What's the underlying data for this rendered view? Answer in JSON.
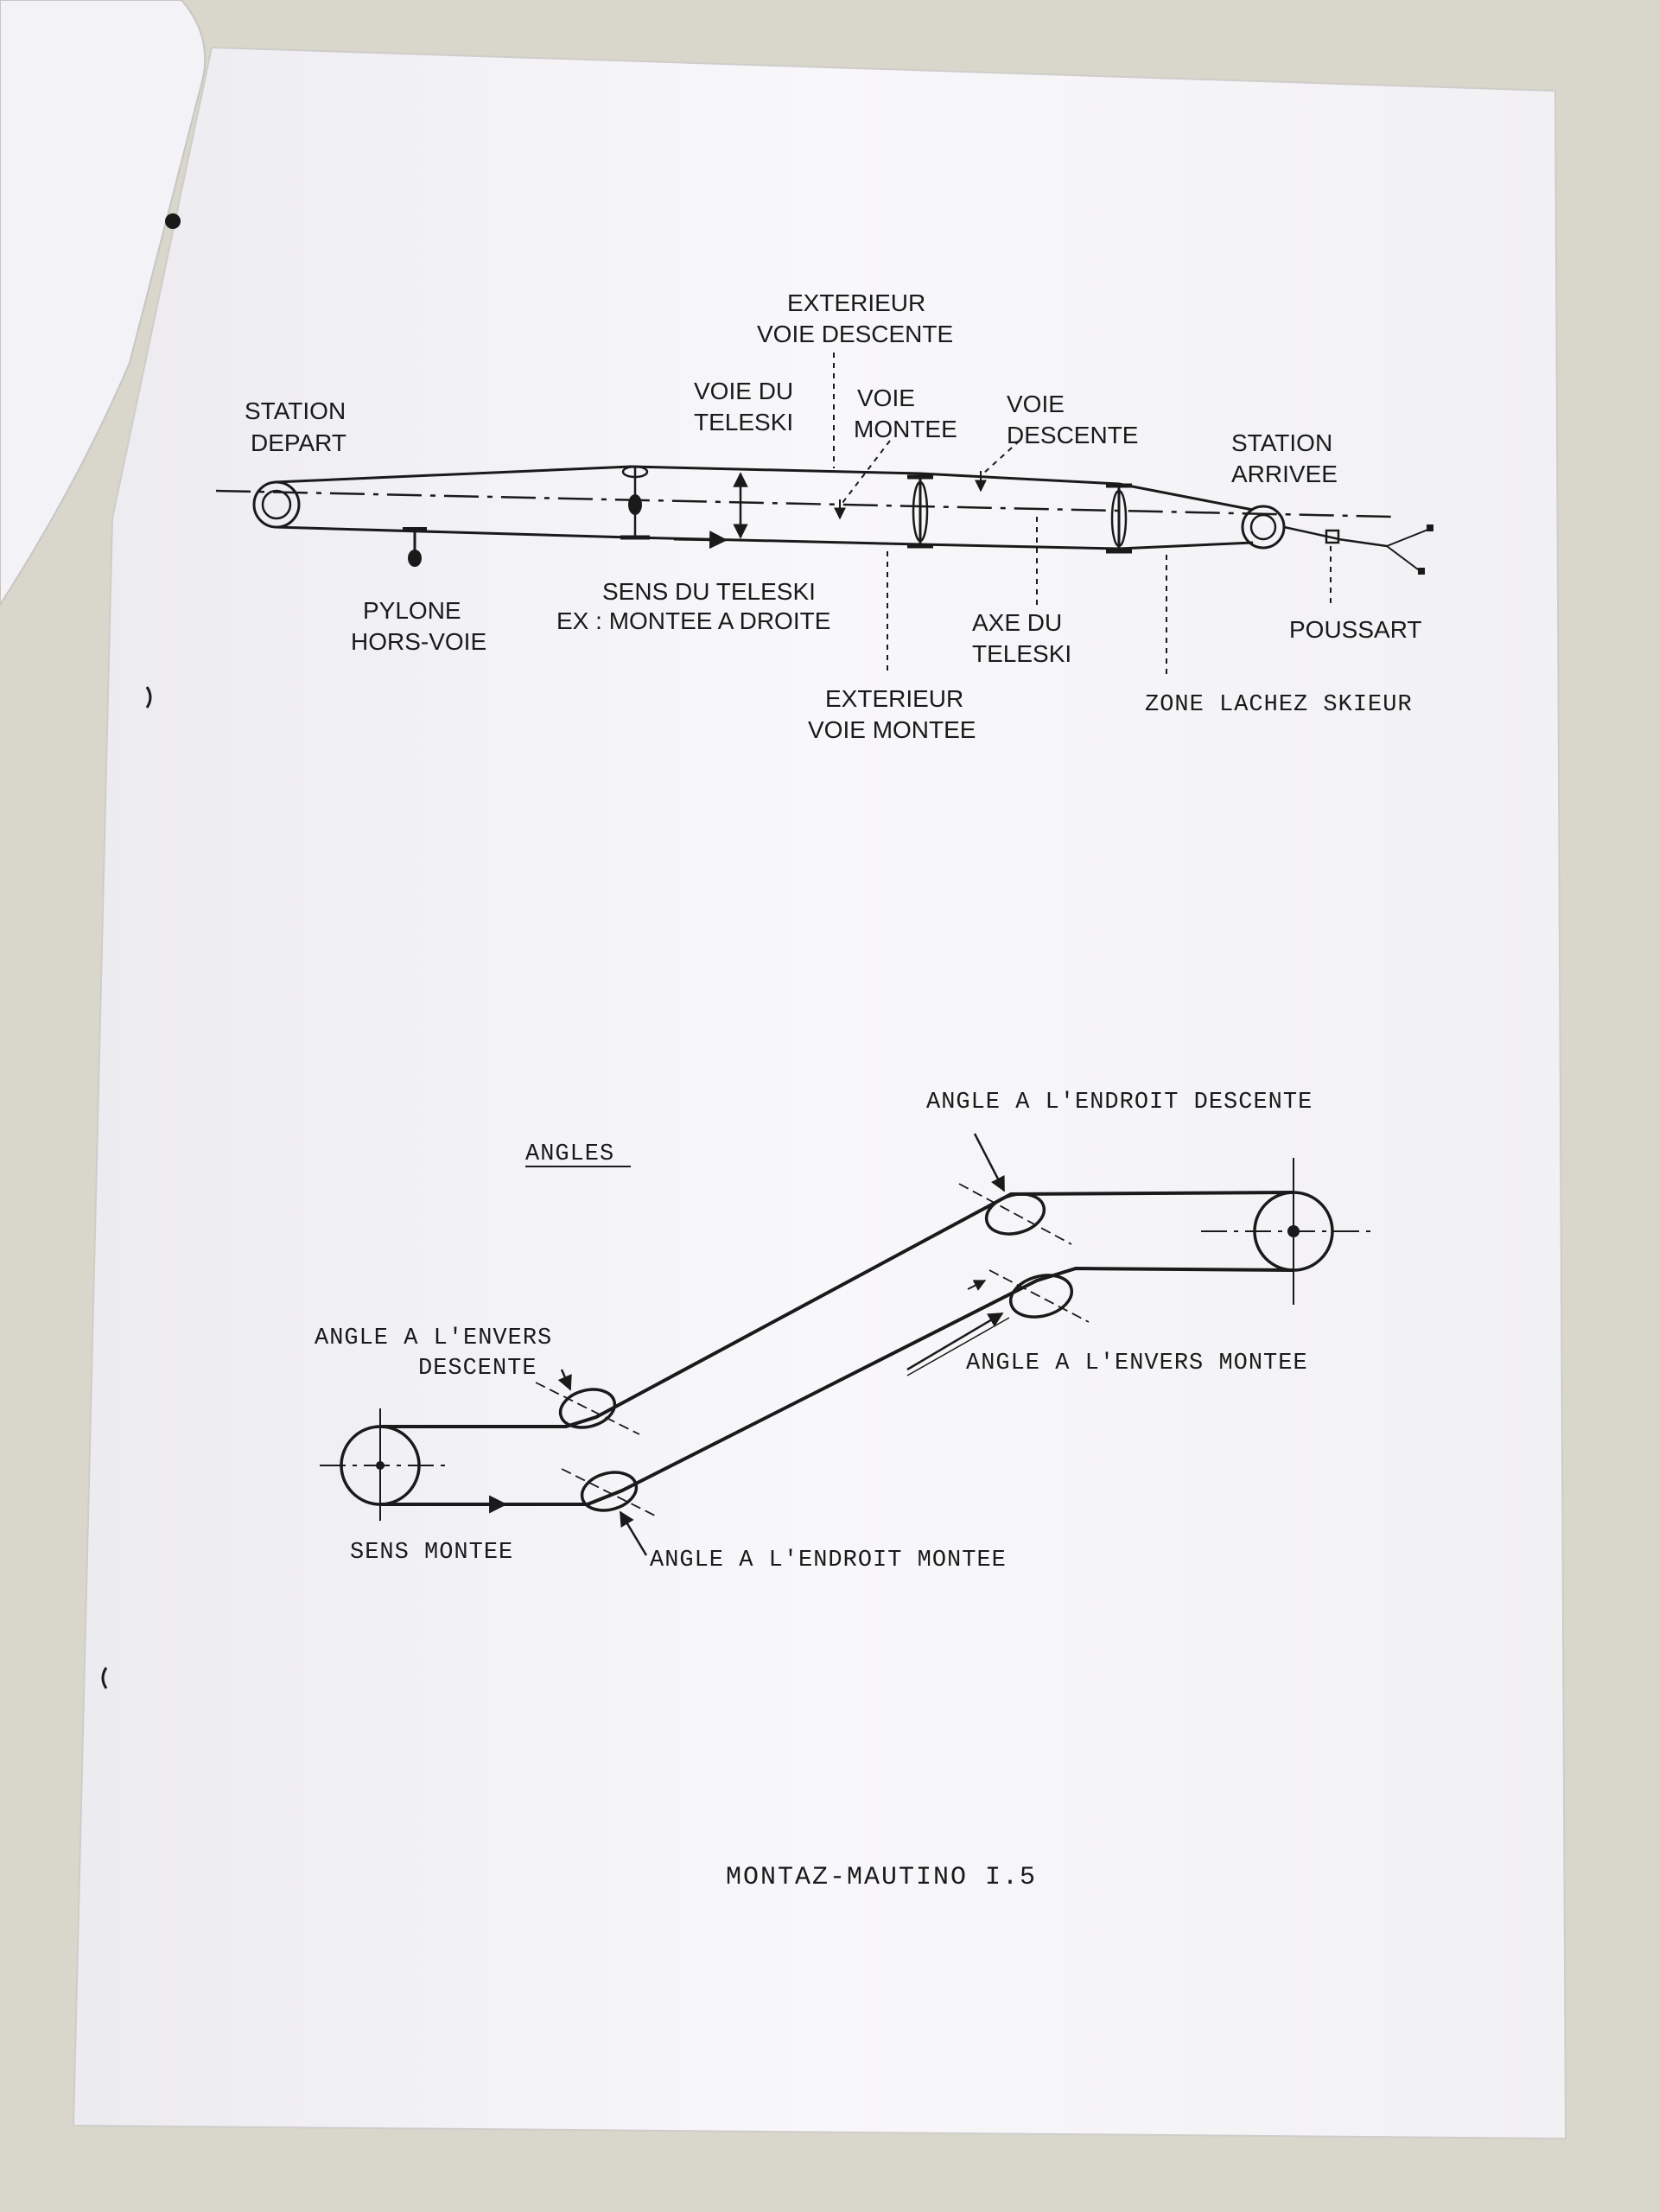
{
  "labels": {
    "station_depart_1": "STATION",
    "station_depart_2": "DEPART",
    "pylone_1": "PYLONE",
    "pylone_2": "HORS-VOIE",
    "exterieur_descente_1": "EXTERIEUR",
    "exterieur_descente_2": "VOIE DESCENTE",
    "voie_du_teleski_1": "VOIE DU",
    "voie_du_teleski_2": "TELESKI",
    "voie_montee_1": "VOIE",
    "voie_montee_2": "MONTEE",
    "voie_descente_1": "VOIE",
    "voie_descente_2": "DESCENTE",
    "station_arrivee_1": "STATION",
    "station_arrivee_2": "ARRIVEE",
    "sens_teleski_1": "SENS DU TELESKI",
    "sens_teleski_2": "EX : MONTEE A DROITE",
    "axe_teleski_1": "AXE DU",
    "axe_teleski_2": "TELESKI",
    "poussart": "POUSSART",
    "exterieur_montee_1": "EXTERIEUR",
    "exterieur_montee_2": "VOIE MONTEE",
    "zone_lachez": "ZONE LACHEZ SKIEUR",
    "angles_title": "ANGLES",
    "angle_endroit_descente": "ANGLE A L'ENDROIT DESCENTE",
    "angle_envers_descente_1": "ANGLE A L'ENVERS",
    "angle_envers_descente_2": "DESCENTE",
    "angle_envers_montee": "ANGLE A L'ENVERS MONTEE",
    "sens_montee": "SENS MONTEE",
    "angle_endroit_montee": "ANGLE A L'ENDROIT MONTEE"
  },
  "footer": "MONTAZ-MAUTINO I.5",
  "colors": {
    "background": "#d9d6cc",
    "paper": "#f6f5f8",
    "ink": "#1a1a1a"
  }
}
